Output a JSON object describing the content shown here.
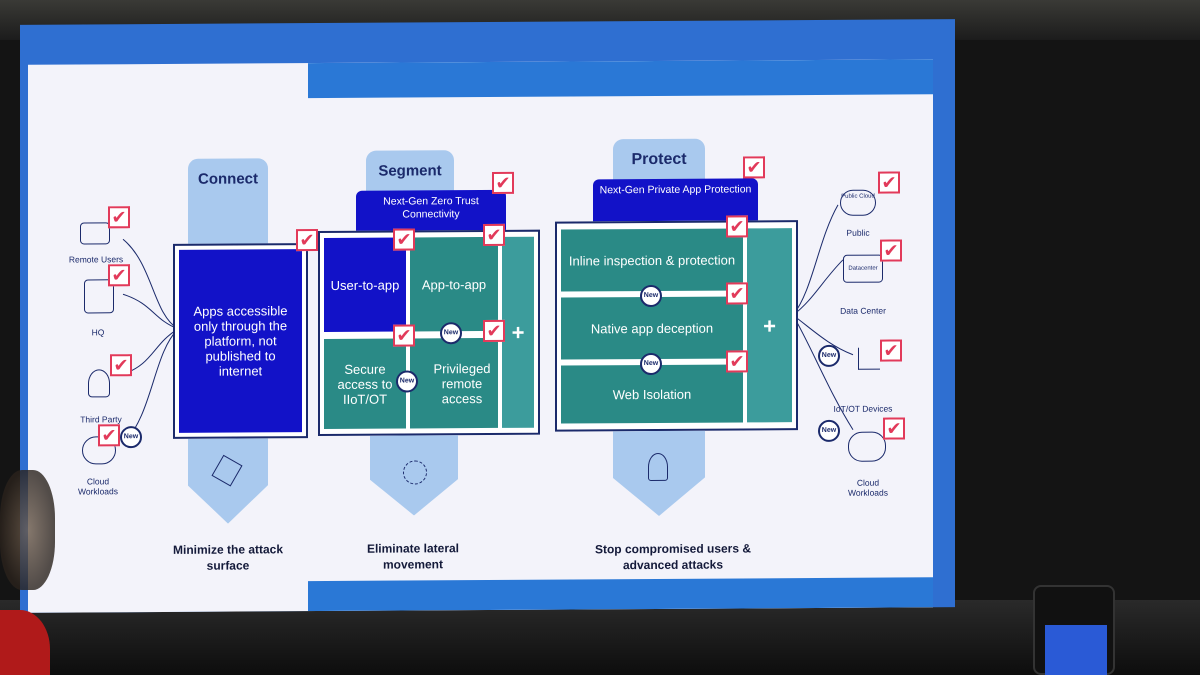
{
  "left_sources": [
    {
      "label": "Remote Users"
    },
    {
      "label": "HQ"
    },
    {
      "label": "Third Party"
    },
    {
      "label": "Cloud Workloads"
    }
  ],
  "right_sources": [
    {
      "label": "Public",
      "icon_text": "Public Cloud"
    },
    {
      "label": "Data Center",
      "icon_text": "Datacenter"
    },
    {
      "label": "IoT/OT Devices"
    },
    {
      "label": "Cloud Workloads"
    }
  ],
  "connect": {
    "title": "Connect",
    "box_text": "Apps accessible only through the platform, not published to internet",
    "caption": "Minimize the attack surface"
  },
  "segment": {
    "title": "Segment",
    "tag": "Next-Gen Zero Trust Connectivity",
    "cells": [
      "User-to-app",
      "App-to-app",
      "Secure access to IIoT/OT",
      "Privileged remote access"
    ],
    "plus": "+",
    "caption": "Eliminate lateral movement"
  },
  "protect": {
    "title": "Protect",
    "tag": "Next-Gen Private App Protection",
    "rows": [
      "Inline inspection & protection",
      "Native app deception",
      "Web Isolation"
    ],
    "plus": "+",
    "caption": "Stop compromised users & advanced attacks"
  },
  "badge_new": "New",
  "check_mark": "✔",
  "colors": {
    "accent": "#2a78d6",
    "navy": "#1212c8",
    "teal": "#2a8a86",
    "check": "#e23a5a",
    "light_blue": "#a9c9ee"
  }
}
